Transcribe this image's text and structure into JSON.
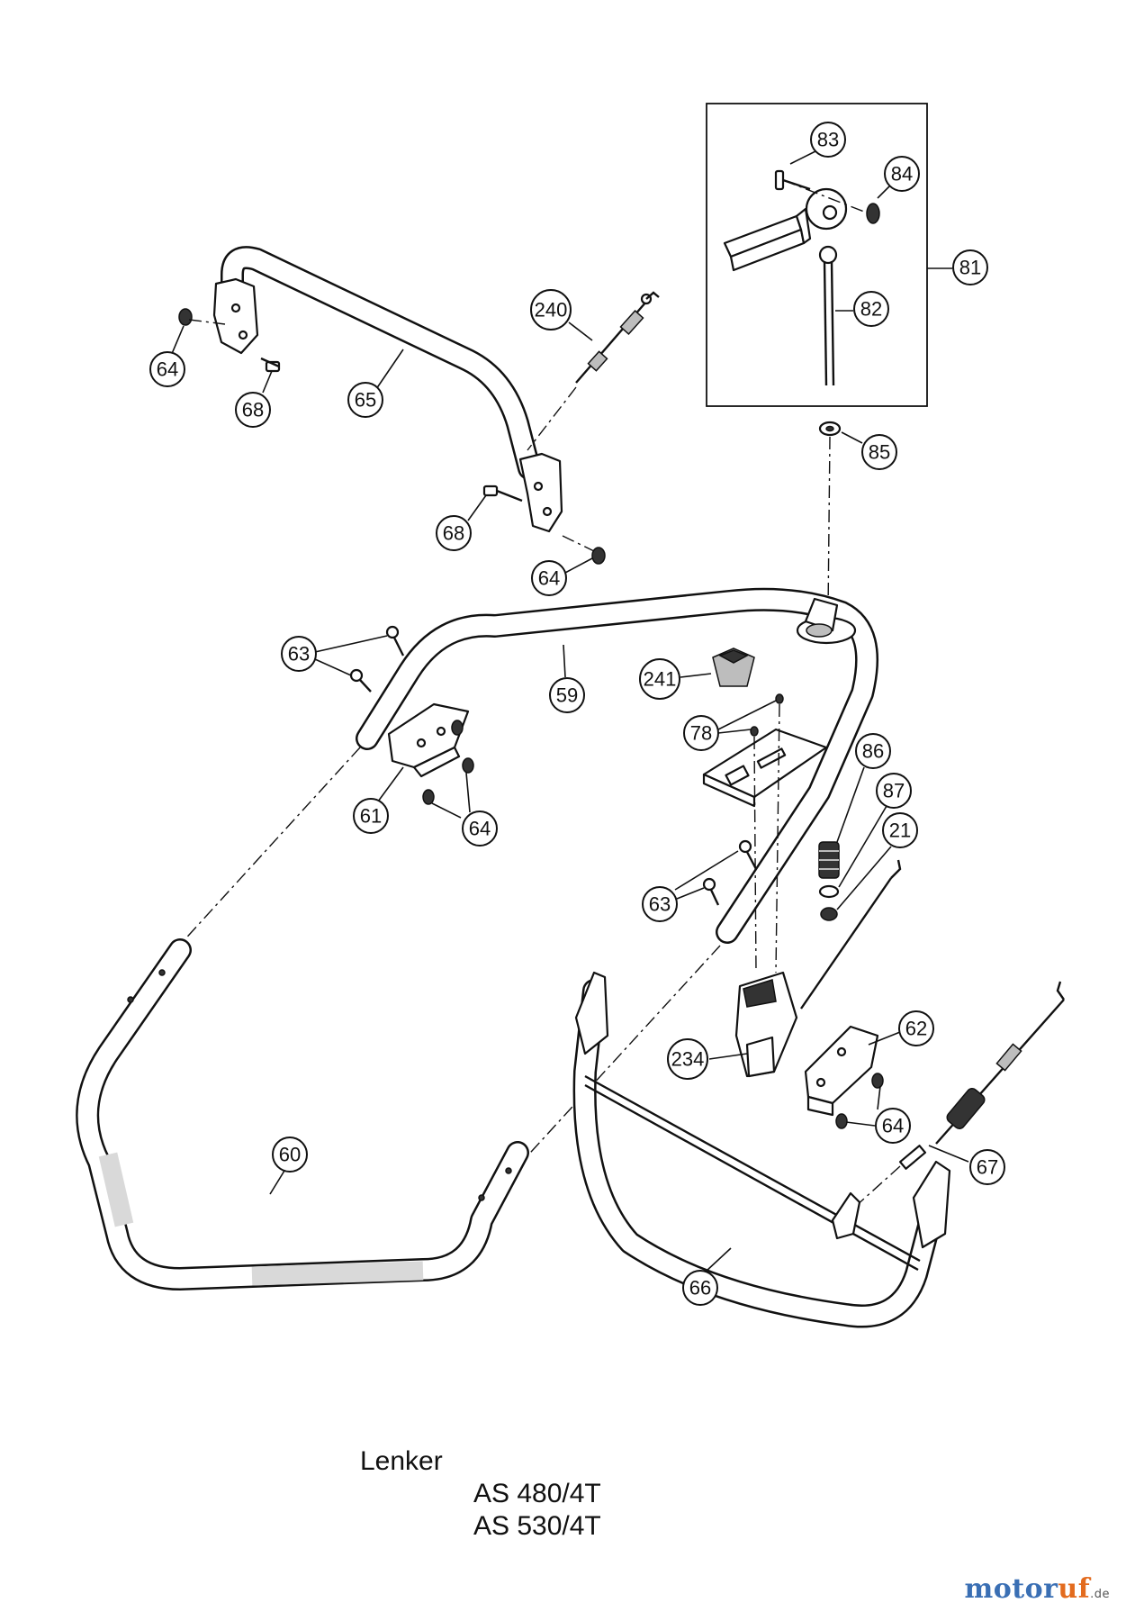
{
  "title": {
    "label": "Lenker",
    "models": [
      "AS 480/4T",
      "AS 530/4T"
    ]
  },
  "watermark": {
    "brand_blue": "motor",
    "brand_orange": "uf",
    "tld": ".de",
    "colors": {
      "blue": "#3a6fb4",
      "orange": "#e36b1e"
    }
  },
  "callouts": {
    "c83": "83",
    "c84": "84",
    "c81": "81",
    "c82": "82",
    "c85": "85",
    "c240": "240",
    "c64a": "64",
    "c68a": "68",
    "c65": "65",
    "c68b": "68",
    "c64b": "64",
    "c63a": "63",
    "c59": "59",
    "c241": "241",
    "c78": "78",
    "c61": "61",
    "c64c": "64",
    "c86": "86",
    "c87": "87",
    "c21": "21",
    "c63b": "63",
    "c62": "62",
    "c234": "234",
    "c64d": "64",
    "c67": "67",
    "c60": "60",
    "c66": "66"
  }
}
